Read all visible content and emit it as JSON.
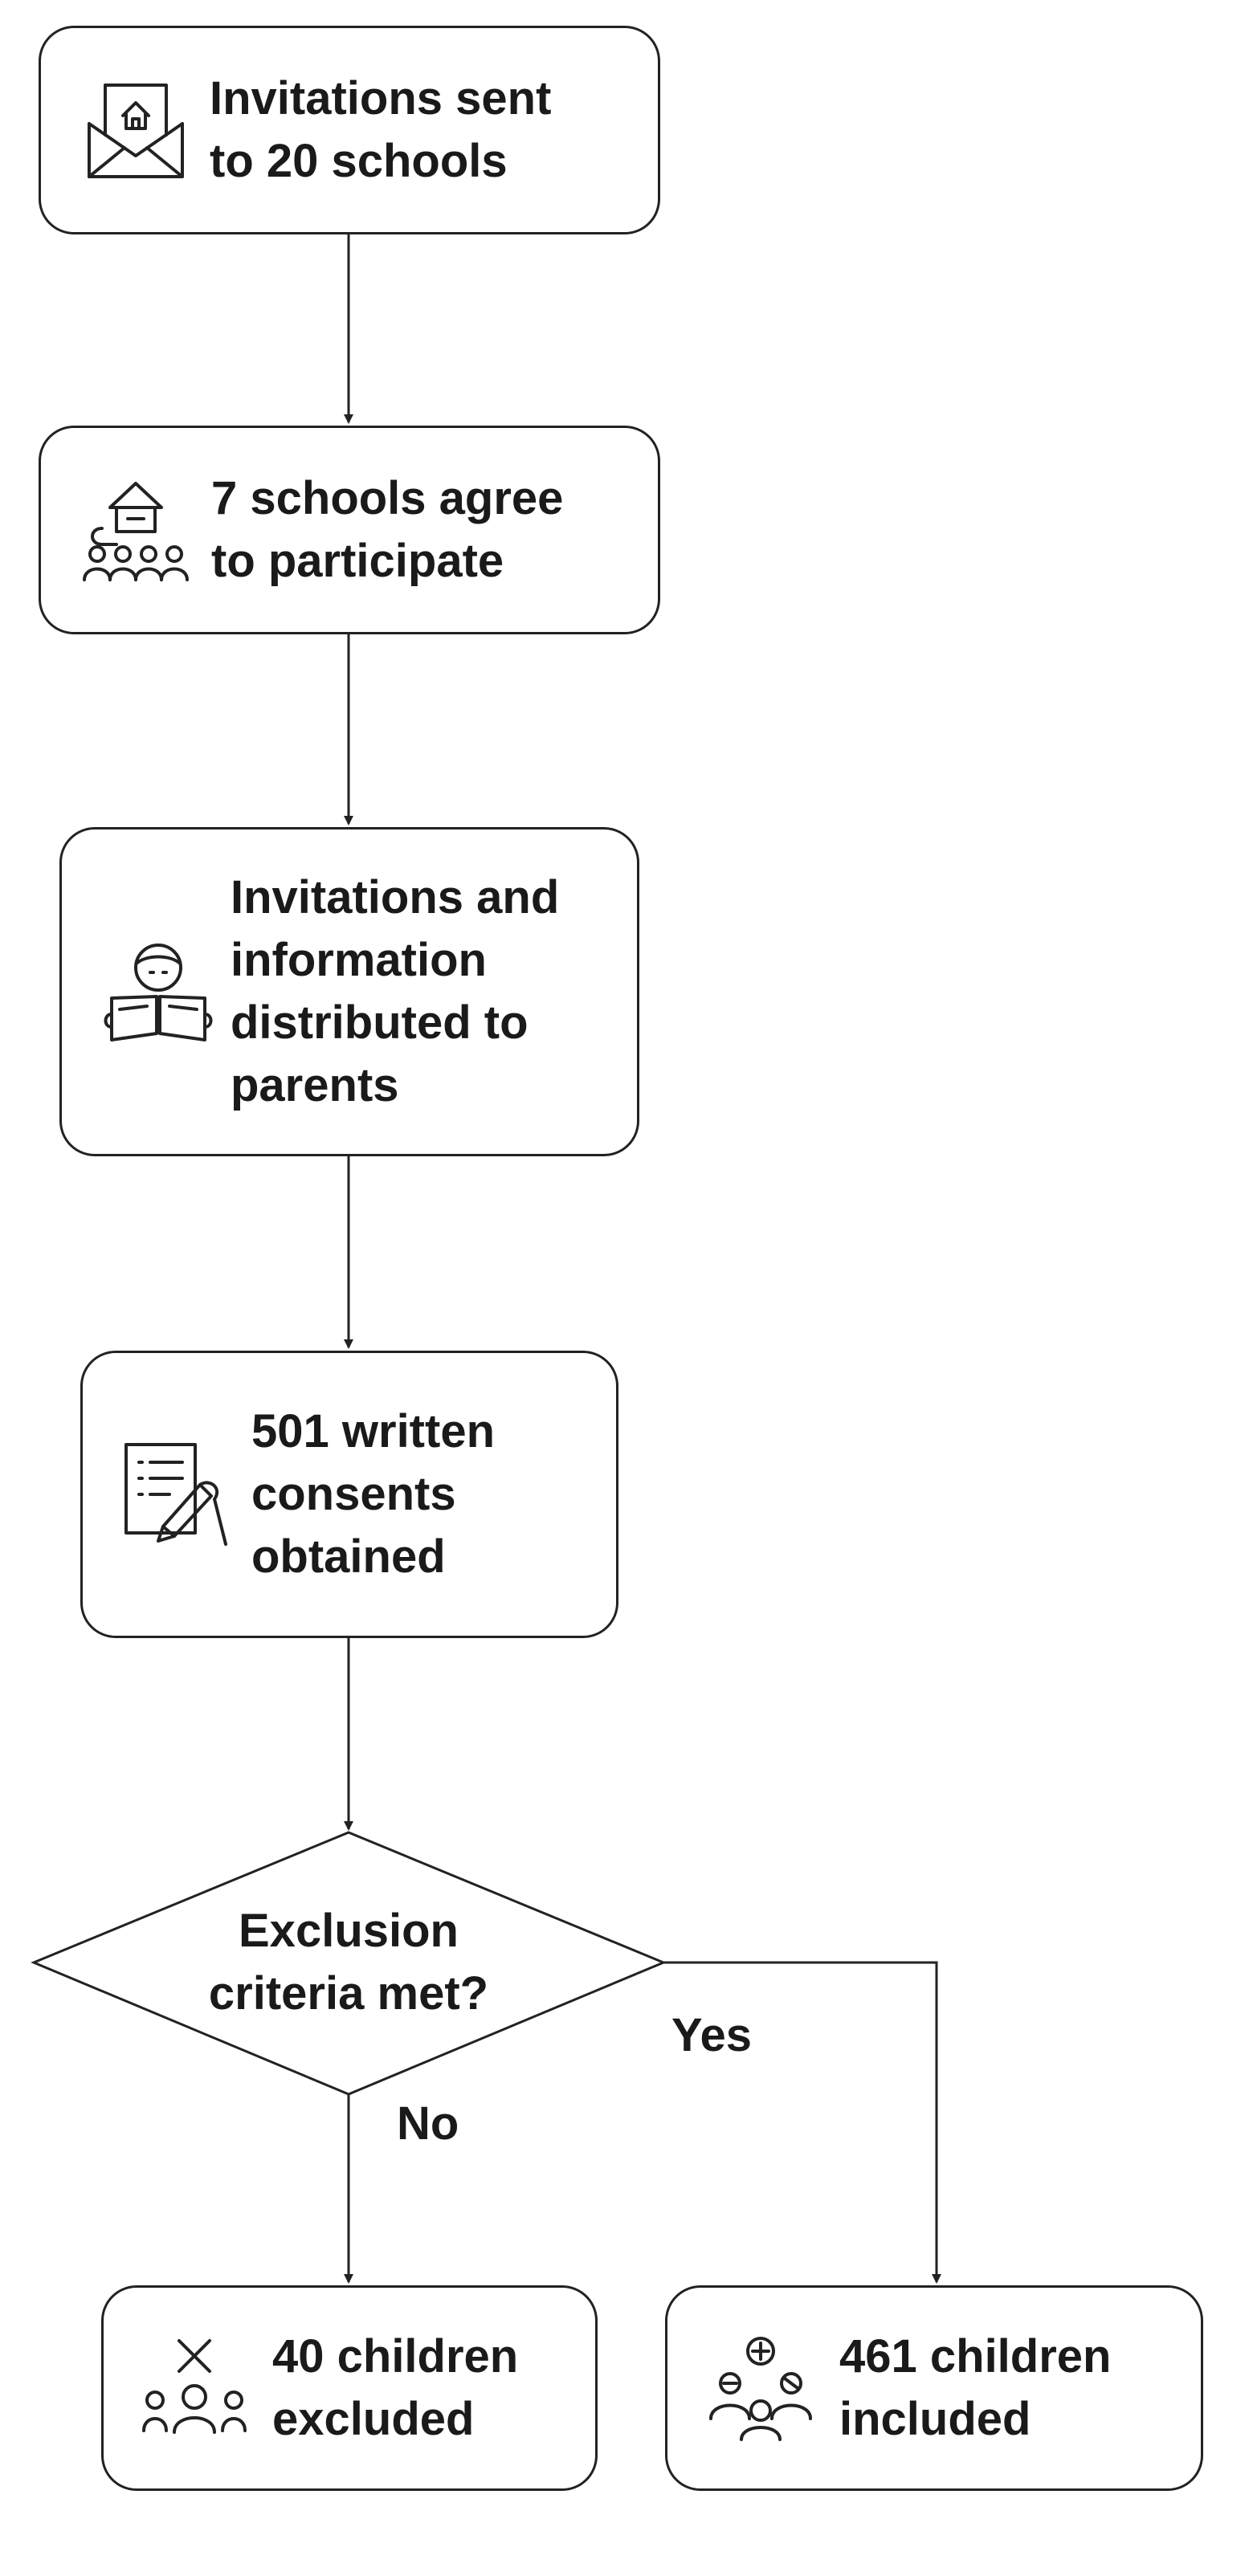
{
  "nodes": {
    "invitations_schools": "Invitations sent\nto 20 schools",
    "schools_agree": "7 schools agree\nto participate",
    "invitations_parents": "Invitations and\ninformation\ndistributed to\nparents",
    "consents": "501 written\nconsents\nobtained",
    "decision": "Exclusion\ncriteria met?",
    "excluded": "40 children\nexcluded",
    "included": "461 children\nincluded"
  },
  "edges": {
    "yes_label": "Yes",
    "no_label": "No"
  },
  "icons": {
    "invitations_schools": "envelope-house-icon",
    "schools_agree": "school-group-icon",
    "invitations_parents": "reading-child-icon",
    "consents": "document-signing-icon",
    "excluded": "excluded-group-icon",
    "included": "included-group-icon"
  }
}
